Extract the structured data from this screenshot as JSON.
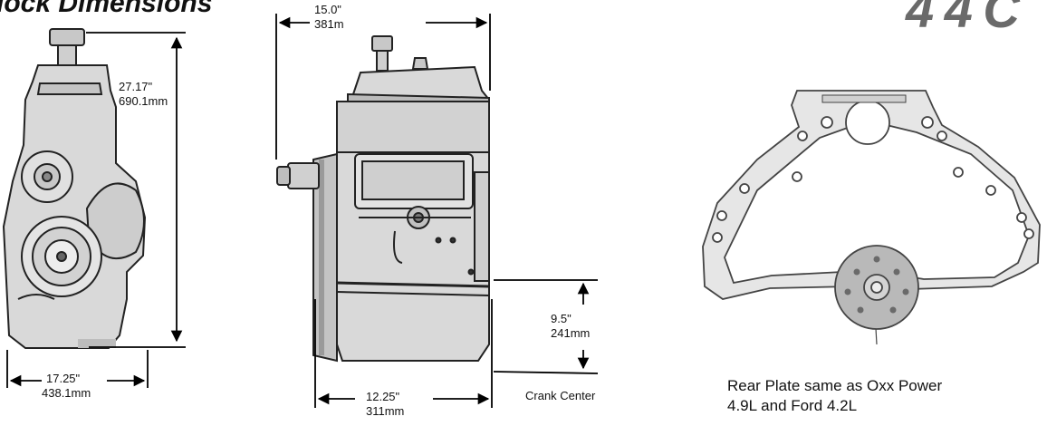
{
  "page": {
    "title": "lock Dimensions",
    "logo_text": "4 4 C"
  },
  "end_view": {
    "height_in": "27.17\"",
    "height_mm": "690.1mm",
    "width_in": "17.25\"",
    "width_mm": "438.1mm"
  },
  "side_view": {
    "depth_in": "15.0\"",
    "depth_mm": "381m",
    "length_in": "12.25\"",
    "length_mm": "311mm",
    "crank_height_in": "9.5\"",
    "crank_height_mm": "241mm",
    "crank_label": "Crank Center"
  },
  "rear_plate": {
    "caption_line1": "Rear Plate same as Oxx Power",
    "caption_line2": "4.9L and Ford 4.2L"
  }
}
